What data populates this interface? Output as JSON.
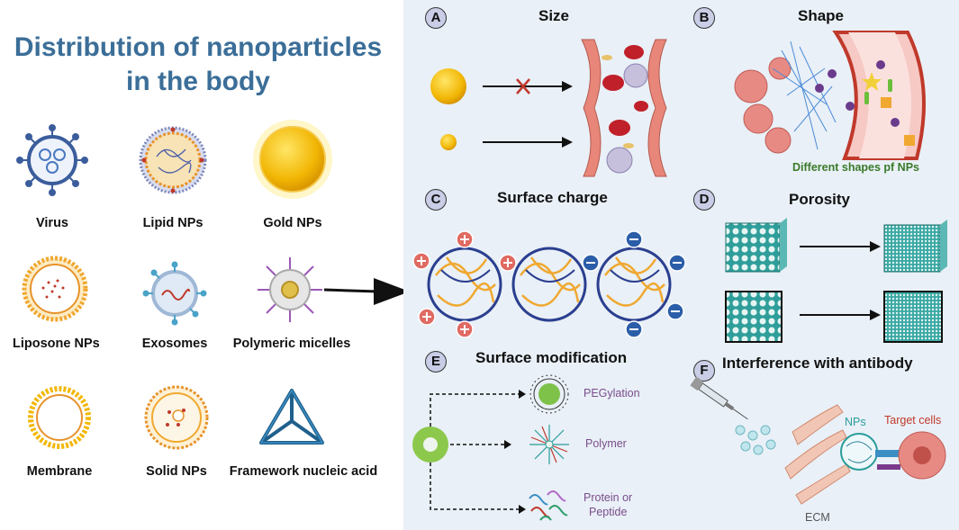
{
  "left": {
    "title_line1": "Distribution of nanoparticles",
    "title_line2": "in the body",
    "items": [
      {
        "label": "Virus"
      },
      {
        "label": "Lipid NPs"
      },
      {
        "label": "Gold NPs"
      },
      {
        "label": "Liposone NPs"
      },
      {
        "label": "Exosomes"
      },
      {
        "label": "Polymeric micelles"
      },
      {
        "label": "Membrane"
      },
      {
        "label": "Solid NPs"
      },
      {
        "label": "Framework nucleic acid"
      }
    ]
  },
  "panels": {
    "A": {
      "letter": "A",
      "title": "Size"
    },
    "B": {
      "letter": "B",
      "title": "Shape",
      "caption": "Different shapes pf NPs"
    },
    "C": {
      "letter": "C",
      "title": "Surface charge"
    },
    "D": {
      "letter": "D",
      "title": "Porosity"
    },
    "E": {
      "letter": "E",
      "title": "Surface modification",
      "labels": [
        "PEGylation",
        "Polymer",
        "Protein or",
        "Peptide"
      ]
    },
    "F": {
      "letter": "F",
      "title": "Interference with  antibody",
      "labels": {
        "nps": "NPs",
        "target": "Target cells",
        "ecm": "ECM"
      }
    }
  },
  "colors": {
    "title": "#3b6e98",
    "panel_bg": "#e9f0f7",
    "gold": "#f2b705",
    "caption_green": "#3a7a2a",
    "purple_text": "#7a4d8c",
    "red_text": "#c0392b",
    "teal": "#2a9d9a"
  }
}
